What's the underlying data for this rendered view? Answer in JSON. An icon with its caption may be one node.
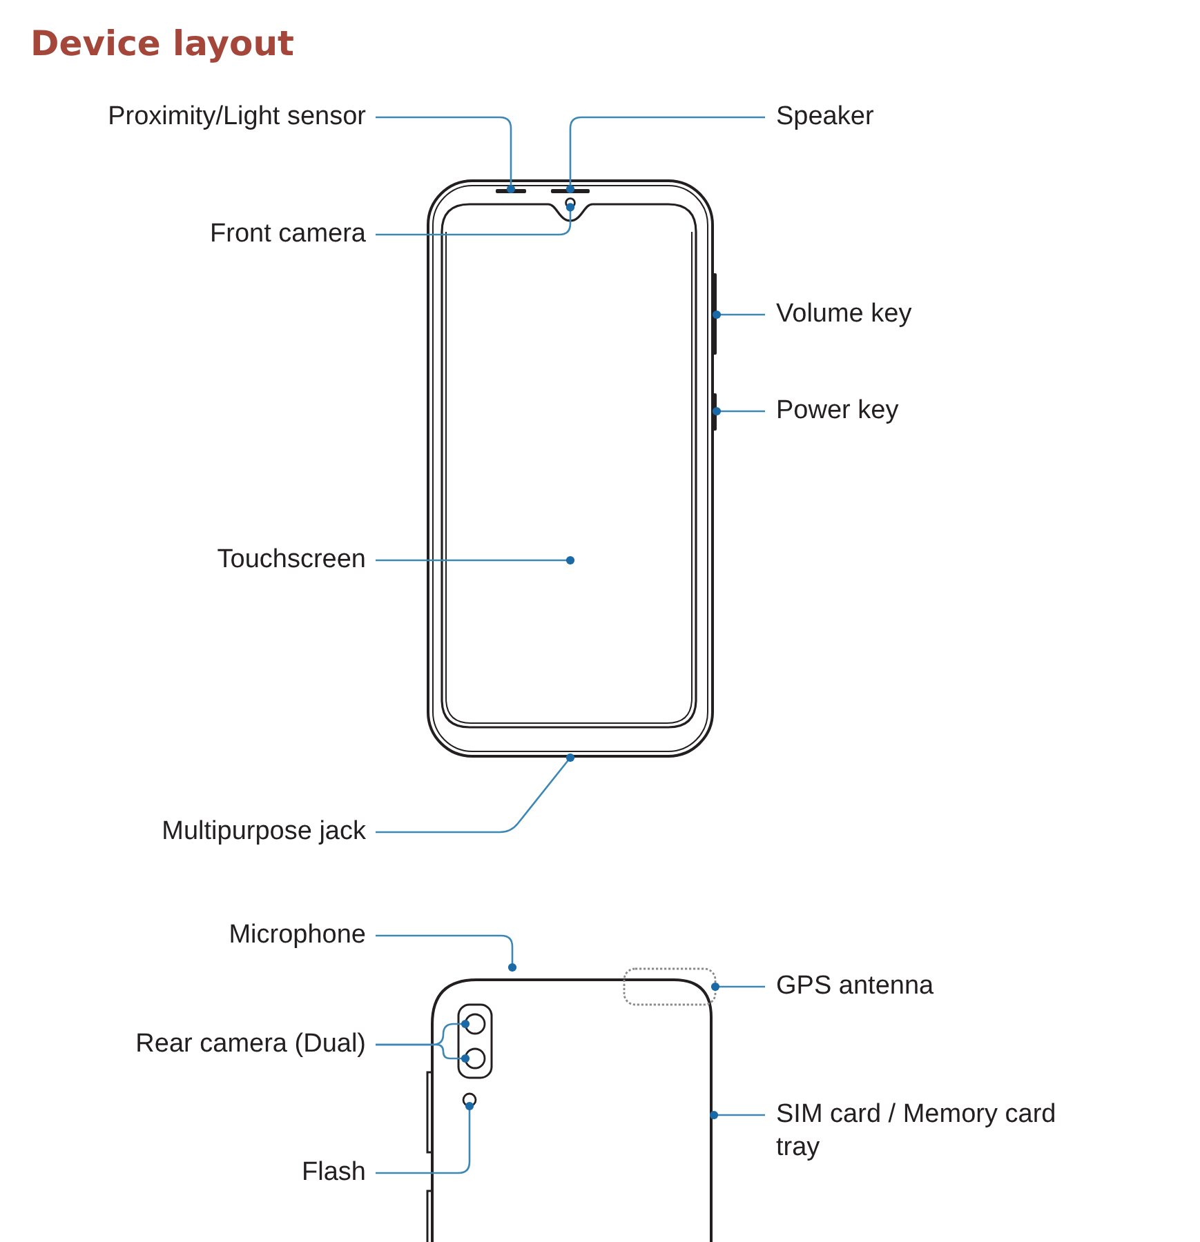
{
  "diagram": {
    "title": "Device layout",
    "nodes": [
      {
        "text": [
          "Proximity/Light sensor"
        ]
      },
      {
        "text": [
          "Speaker"
        ]
      },
      {
        "text": [
          "Front camera"
        ]
      },
      {
        "text": [
          "Volume key"
        ]
      },
      {
        "text": [
          "Power key"
        ]
      },
      {
        "text": [
          "Touchscreen"
        ]
      },
      {
        "text": [
          "Multipurpose jack"
        ]
      },
      {
        "text": [
          "Microphone"
        ]
      },
      {
        "text": [
          "GPS antenna"
        ]
      },
      {
        "text": [
          "Rear camera (Dual)"
        ]
      },
      {
        "text": [
          "SIM card / Memory card tray"
        ]
      },
      {
        "text": [
          "Flash"
        ]
      },
      {
        "text": [],
        "shape": "picture"
      },
      {
        "text": [],
        "shape": "bar",
        "in": 12
      },
      {
        "text": [],
        "shape": "bar",
        "in": 12
      },
      {
        "text": [],
        "shape": "circle",
        "in": 12
      },
      {
        "text": [],
        "shape": "bar",
        "in": 12
      },
      {
        "text": [],
        "shape": "bar",
        "in": 12
      },
      {
        "text": [],
        "shape": "picture"
      },
      {
        "text": [],
        "shape": "box",
        "in": 18
      },
      {
        "text": [],
        "shape": "circle",
        "in": 18
      },
      {
        "text": [],
        "shape": "circle",
        "in": 18
      },
      {
        "text": [],
        "shape": "circle",
        "in": 18
      }
    ],
    "edges": [
      {
        "from": 0,
        "to": 13,
        "arrow": "other"
      },
      {
        "from": 1,
        "to": 14,
        "arrow": "other"
      },
      {
        "from": 2,
        "to": 15,
        "arrow": "other"
      },
      {
        "from": 3,
        "to": 16,
        "arrow": "other"
      },
      {
        "from": 4,
        "to": 17,
        "arrow": "other"
      },
      {
        "from": 5,
        "to": null,
        "arrow": "other"
      },
      {
        "from": 6,
        "to": 12,
        "arrow": "other"
      },
      {
        "from": 7,
        "to": 18,
        "arrow": "other"
      },
      {
        "from": 8,
        "to": 19,
        "arrow": "other"
      },
      {
        "from": 9,
        "to": 20,
        "arrow": "other"
      },
      {
        "from": 9,
        "to": 21,
        "arrow": "other"
      },
      {
        "from": 10,
        "to": 18,
        "arrow": "other"
      },
      {
        "from": 11,
        "to": 22,
        "arrow": "other"
      }
    ]
  }
}
